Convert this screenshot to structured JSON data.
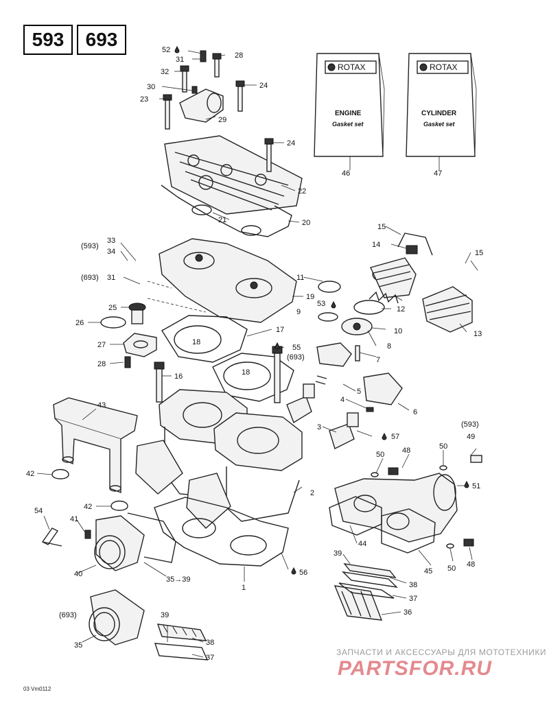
{
  "models": [
    "593",
    "693"
  ],
  "booklets": [
    {
      "brand": "ROTAX",
      "line1": "ENGINE",
      "line2": "Gasket set",
      "ref": "46"
    },
    {
      "brand": "ROTAX",
      "line1": "CYLINDER",
      "line2": "Gasket set",
      "ref": "47"
    }
  ],
  "callouts": [
    {
      "id": "52",
      "text": "52"
    },
    {
      "id": "28a",
      "text": "28"
    },
    {
      "id": "31a",
      "text": "31"
    },
    {
      "id": "32",
      "text": "32"
    },
    {
      "id": "30",
      "text": "30"
    },
    {
      "id": "24a",
      "text": "24"
    },
    {
      "id": "23",
      "text": "23"
    },
    {
      "id": "29",
      "text": "29"
    },
    {
      "id": "24b",
      "text": "24"
    },
    {
      "id": "22",
      "text": "22"
    },
    {
      "id": "21",
      "text": "21"
    },
    {
      "id": "20",
      "text": "20"
    },
    {
      "id": "15a",
      "text": "15"
    },
    {
      "id": "14",
      "text": "14"
    },
    {
      "id": "15b",
      "text": "15"
    },
    {
      "id": "593a",
      "text": "(593)"
    },
    {
      "id": "33",
      "text": "33"
    },
    {
      "id": "34",
      "text": "34"
    },
    {
      "id": "693a",
      "text": "(693)"
    },
    {
      "id": "31b",
      "text": "31"
    },
    {
      "id": "11",
      "text": "11"
    },
    {
      "id": "19",
      "text": "19"
    },
    {
      "id": "12",
      "text": "12"
    },
    {
      "id": "25",
      "text": "25"
    },
    {
      "id": "53",
      "text": "53"
    },
    {
      "id": "9",
      "text": "9"
    },
    {
      "id": "10",
      "text": "10"
    },
    {
      "id": "13",
      "text": "13"
    },
    {
      "id": "26",
      "text": "26"
    },
    {
      "id": "17",
      "text": "17"
    },
    {
      "id": "18a",
      "text": "18"
    },
    {
      "id": "8",
      "text": "8"
    },
    {
      "id": "27",
      "text": "27"
    },
    {
      "id": "55",
      "text": "55"
    },
    {
      "id": "693b",
      "text": "(693)"
    },
    {
      "id": "7",
      "text": "7"
    },
    {
      "id": "28b",
      "text": "28"
    },
    {
      "id": "18b",
      "text": "18"
    },
    {
      "id": "16",
      "text": "16"
    },
    {
      "id": "6",
      "text": "6"
    },
    {
      "id": "5",
      "text": "5"
    },
    {
      "id": "4",
      "text": "4"
    },
    {
      "id": "43",
      "text": "43"
    },
    {
      "id": "3",
      "text": "3"
    },
    {
      "id": "57",
      "text": "57"
    },
    {
      "id": "593b",
      "text": "(593)"
    },
    {
      "id": "49",
      "text": "49"
    },
    {
      "id": "48a",
      "text": "48"
    },
    {
      "id": "50a",
      "text": "50"
    },
    {
      "id": "50b",
      "text": "50"
    },
    {
      "id": "42a",
      "text": "42"
    },
    {
      "id": "51",
      "text": "51"
    },
    {
      "id": "2",
      "text": "2"
    },
    {
      "id": "42b",
      "text": "42"
    },
    {
      "id": "54",
      "text": "54"
    },
    {
      "id": "41",
      "text": "41"
    },
    {
      "id": "44",
      "text": "44"
    },
    {
      "id": "50c",
      "text": "50"
    },
    {
      "id": "48b",
      "text": "48"
    },
    {
      "id": "45",
      "text": "45"
    },
    {
      "id": "40",
      "text": "40"
    },
    {
      "id": "39a",
      "text": "39"
    },
    {
      "id": "35to39",
      "text": "35→39"
    },
    {
      "id": "56",
      "text": "56"
    },
    {
      "id": "38a",
      "text": "38"
    },
    {
      "id": "1",
      "text": "1"
    },
    {
      "id": "37a",
      "text": "37"
    },
    {
      "id": "36",
      "text": "36"
    },
    {
      "id": "693c",
      "text": "(693)"
    },
    {
      "id": "39b",
      "text": "39"
    },
    {
      "id": "35",
      "text": "35"
    },
    {
      "id": "38b",
      "text": "38"
    },
    {
      "id": "37b",
      "text": "37"
    }
  ],
  "watermark": {
    "tagline": "ЗАПЧАСТИ И АКСЕССУАРЫ ДЛЯ МОТОТЕХНИКИ",
    "logo": "PARTSFOR.RU"
  },
  "figure_code": "03 Vm0112"
}
